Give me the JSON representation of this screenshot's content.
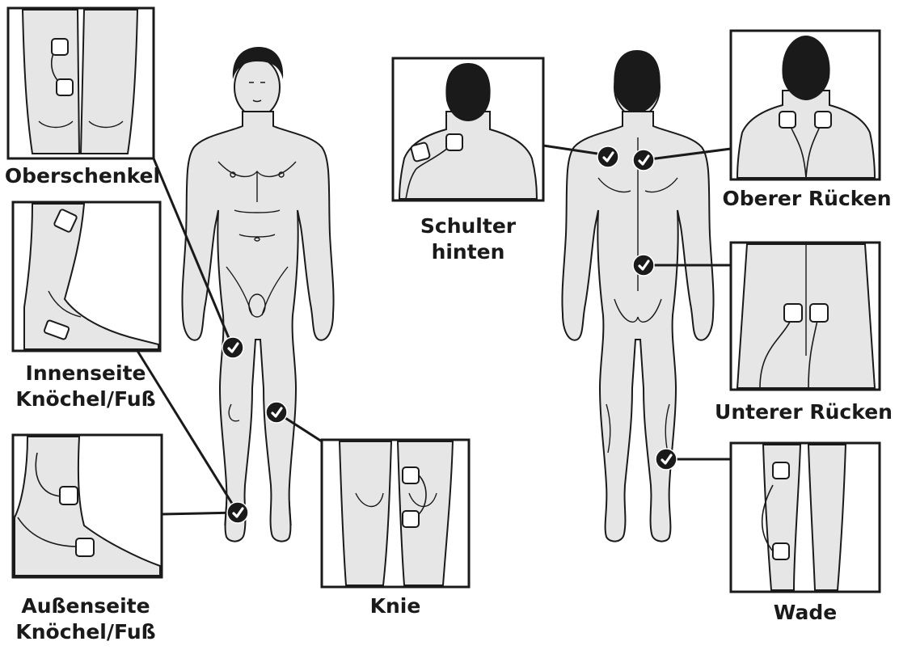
{
  "labels": {
    "oberschenkel": "Oberschenkel",
    "innenseite_line1": "Innenseite",
    "innenseite_line2": "Knöchel/Fuß",
    "aussenseite_line1": "Außenseite",
    "aussenseite_line2": "Knöchel/Fuß",
    "knie": "Knie",
    "schulter_line1": "Schulter",
    "schulter_line2": "hinten",
    "oberer_ruecken": "Oberer Rücken",
    "unterer_ruecken": "Unterer Rücken",
    "wade": "Wade"
  },
  "colors": {
    "skin": "#e6e6e6",
    "outline": "#1a1a1a",
    "hair": "#1a1a1a",
    "marker": "#1a1a1a",
    "panel_bg": "#ffffff"
  },
  "icons": {
    "marker": "check-circle-icon",
    "electrode": "electrode-pad-icon"
  }
}
